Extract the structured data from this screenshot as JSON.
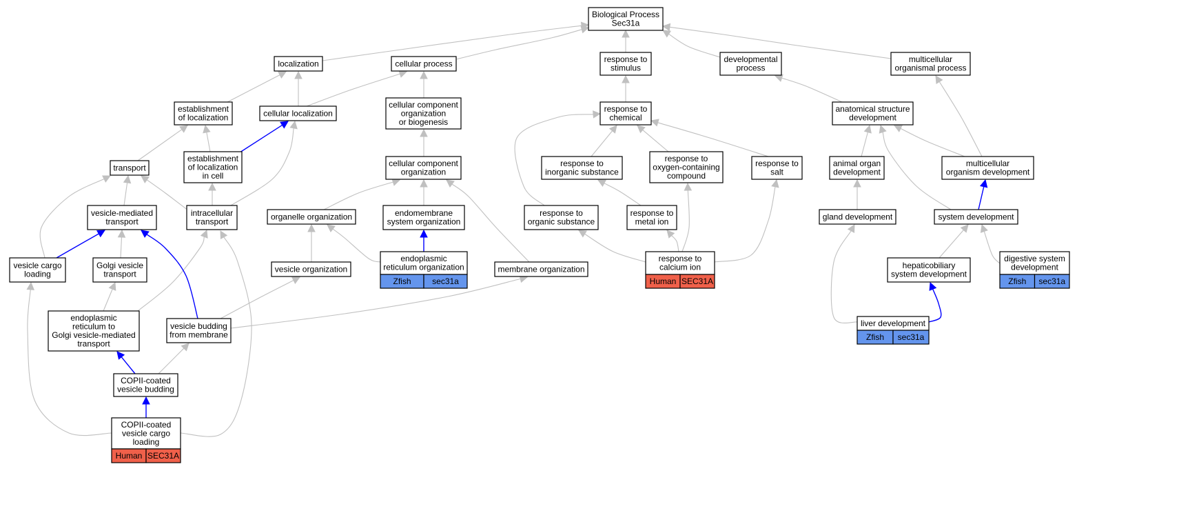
{
  "graph": {
    "colors": {
      "is_a_edge": "#c0c0c0",
      "part_of_edge": "#0000ff",
      "node_border": "#000000",
      "node_fill": "#ffffff",
      "human_badge": "#f0604a",
      "zfish_badge": "#6495ed"
    },
    "nodes": [
      {
        "id": "bp",
        "lines": [
          "Biological Process",
          "Sec31a"
        ]
      },
      {
        "id": "localization",
        "lines": [
          "localization"
        ]
      },
      {
        "id": "cellular_process",
        "lines": [
          "cellular process"
        ]
      },
      {
        "id": "response_to_stimulus",
        "lines": [
          "response to",
          "stimulus"
        ]
      },
      {
        "id": "developmental_process",
        "lines": [
          "developmental",
          "process"
        ]
      },
      {
        "id": "multicellular_organismal_process",
        "lines": [
          "multicellular",
          "organismal process"
        ]
      },
      {
        "id": "establishment_of_localization",
        "lines": [
          "establishment",
          "of localization"
        ]
      },
      {
        "id": "cellular_localization",
        "lines": [
          "cellular localization"
        ]
      },
      {
        "id": "ccob",
        "lines": [
          "cellular component",
          "organization",
          "or biogenesis"
        ]
      },
      {
        "id": "response_to_chemical",
        "lines": [
          "response to",
          "chemical"
        ]
      },
      {
        "id": "anatomical_structure_development",
        "lines": [
          "anatomical structure",
          "development"
        ]
      },
      {
        "id": "transport",
        "lines": [
          "transport"
        ]
      },
      {
        "id": "establishment_of_localization_in_cell",
        "lines": [
          "establishment",
          "of localization",
          "in cell"
        ]
      },
      {
        "id": "cco",
        "lines": [
          "cellular component",
          "organization"
        ]
      },
      {
        "id": "response_to_inorganic_substance",
        "lines": [
          "response to",
          "inorganic substance"
        ]
      },
      {
        "id": "response_to_oxygen",
        "lines": [
          "response to",
          "oxygen-containing",
          "compound"
        ]
      },
      {
        "id": "response_to_salt",
        "lines": [
          "response to",
          "salt"
        ]
      },
      {
        "id": "animal_organ_development",
        "lines": [
          "animal organ",
          "development"
        ]
      },
      {
        "id": "multicellular_organism_development",
        "lines": [
          "multicellular",
          "organism development"
        ]
      },
      {
        "id": "vesicle_mediated_transport",
        "lines": [
          "vesicle-mediated",
          "transport"
        ]
      },
      {
        "id": "intracellular_transport",
        "lines": [
          "intracellular",
          "transport"
        ]
      },
      {
        "id": "organelle_organization",
        "lines": [
          "organelle organization"
        ]
      },
      {
        "id": "endomembrane_system_organization",
        "lines": [
          "endomembrane",
          "system organization"
        ]
      },
      {
        "id": "response_to_organic_substance",
        "lines": [
          "response to",
          "organic substance"
        ]
      },
      {
        "id": "response_to_metal_ion",
        "lines": [
          "response to",
          "metal ion"
        ]
      },
      {
        "id": "gland_development",
        "lines": [
          "gland development"
        ]
      },
      {
        "id": "system_development",
        "lines": [
          "system development"
        ]
      },
      {
        "id": "vesicle_cargo_loading",
        "lines": [
          "vesicle cargo",
          "loading"
        ]
      },
      {
        "id": "golgi_vesicle_transport",
        "lines": [
          "Golgi vesicle",
          "transport"
        ]
      },
      {
        "id": "vesicle_organization",
        "lines": [
          "vesicle organization"
        ]
      },
      {
        "id": "er_organization",
        "lines": [
          "endoplasmic",
          "reticulum organization"
        ],
        "badge": [
          "Zfish",
          "sec31a"
        ]
      },
      {
        "id": "membrane_organization",
        "lines": [
          "membrane organization"
        ]
      },
      {
        "id": "response_to_calcium_ion",
        "lines": [
          "response to",
          "calcium ion"
        ],
        "badge": [
          "Human",
          "SEC31A"
        ]
      },
      {
        "id": "hepatobiliary_system_development",
        "lines": [
          "hepaticobiliary",
          "system development"
        ]
      },
      {
        "id": "digestive_system_development",
        "lines": [
          "digestive system",
          "development"
        ],
        "badge": [
          "Zfish",
          "sec31a"
        ]
      },
      {
        "id": "er_to_golgi_transport",
        "lines": [
          "endoplasmic",
          "reticulum to",
          "Golgi vesicle-mediated",
          "transport"
        ]
      },
      {
        "id": "vesicle_budding_from_membrane",
        "lines": [
          "vesicle budding",
          "from membrane"
        ]
      },
      {
        "id": "liver_development",
        "lines": [
          "liver development"
        ],
        "badge": [
          "Zfish",
          "sec31a"
        ]
      },
      {
        "id": "copii_vesicle_budding",
        "lines": [
          "COPII-coated",
          "vesicle budding"
        ]
      },
      {
        "id": "copii_vesicle_cargo_loading",
        "lines": [
          "COPII-coated",
          "vesicle cargo",
          "loading"
        ],
        "badge": [
          "Human",
          "SEC31A"
        ]
      }
    ],
    "edges": [
      {
        "from": "localization",
        "to": "bp",
        "type": "is_a"
      },
      {
        "from": "cellular_process",
        "to": "bp",
        "type": "is_a"
      },
      {
        "from": "response_to_stimulus",
        "to": "bp",
        "type": "is_a"
      },
      {
        "from": "developmental_process",
        "to": "bp",
        "type": "is_a"
      },
      {
        "from": "multicellular_organismal_process",
        "to": "bp",
        "type": "is_a"
      },
      {
        "from": "establishment_of_localization",
        "to": "localization",
        "type": "is_a"
      },
      {
        "from": "cellular_localization",
        "to": "localization",
        "type": "is_a"
      },
      {
        "from": "cellular_localization",
        "to": "cellular_process",
        "type": "is_a"
      },
      {
        "from": "ccob",
        "to": "cellular_process",
        "type": "is_a"
      },
      {
        "from": "response_to_chemical",
        "to": "response_to_stimulus",
        "type": "is_a"
      },
      {
        "from": "anatomical_structure_development",
        "to": "developmental_process",
        "type": "is_a"
      },
      {
        "from": "transport",
        "to": "establishment_of_localization",
        "type": "is_a"
      },
      {
        "from": "establishment_of_localization_in_cell",
        "to": "establishment_of_localization",
        "type": "is_a"
      },
      {
        "from": "establishment_of_localization_in_cell",
        "to": "cellular_localization",
        "type": "part_of"
      },
      {
        "from": "cco",
        "to": "ccob",
        "type": "is_a"
      },
      {
        "from": "response_to_inorganic_substance",
        "to": "response_to_chemical",
        "type": "is_a"
      },
      {
        "from": "response_to_oxygen",
        "to": "response_to_chemical",
        "type": "is_a"
      },
      {
        "from": "response_to_salt",
        "to": "response_to_chemical",
        "type": "is_a"
      },
      {
        "from": "response_to_organic_substance",
        "to": "response_to_chemical",
        "type": "is_a"
      },
      {
        "from": "animal_organ_development",
        "to": "anatomical_structure_development",
        "type": "is_a"
      },
      {
        "from": "multicellular_organism_development",
        "to": "anatomical_structure_development",
        "type": "is_a"
      },
      {
        "from": "multicellular_organism_development",
        "to": "multicellular_organismal_process",
        "type": "is_a"
      },
      {
        "from": "system_development",
        "to": "anatomical_structure_development",
        "type": "is_a"
      },
      {
        "from": "system_development",
        "to": "multicellular_organism_development",
        "type": "part_of"
      },
      {
        "from": "vesicle_mediated_transport",
        "to": "transport",
        "type": "is_a"
      },
      {
        "from": "intracellular_transport",
        "to": "transport",
        "type": "is_a"
      },
      {
        "from": "intracellular_transport",
        "to": "establishment_of_localization_in_cell",
        "type": "is_a"
      },
      {
        "from": "intracellular_transport",
        "to": "cellular_localization",
        "type": "is_a"
      },
      {
        "from": "organelle_organization",
        "to": "cco",
        "type": "is_a"
      },
      {
        "from": "endomembrane_system_organization",
        "to": "cco",
        "type": "is_a"
      },
      {
        "from": "membrane_organization",
        "to": "cco",
        "type": "is_a"
      },
      {
        "from": "response_to_metal_ion",
        "to": "response_to_inorganic_substance",
        "type": "is_a"
      },
      {
        "from": "gland_development",
        "to": "animal_organ_development",
        "type": "is_a"
      },
      {
        "from": "vesicle_cargo_loading",
        "to": "transport",
        "type": "is_a"
      },
      {
        "from": "vesicle_cargo_loading",
        "to": "vesicle_mediated_transport",
        "type": "part_of"
      },
      {
        "from": "golgi_vesicle_transport",
        "to": "vesicle_mediated_transport",
        "type": "is_a"
      },
      {
        "from": "vesicle_organization",
        "to": "organelle_organization",
        "type": "is_a"
      },
      {
        "from": "er_organization",
        "to": "organelle_organization",
        "type": "is_a"
      },
      {
        "from": "er_organization",
        "to": "endomembrane_system_organization",
        "type": "part_of"
      },
      {
        "from": "response_to_calcium_ion",
        "to": "response_to_organic_substance",
        "type": "is_a"
      },
      {
        "from": "response_to_calcium_ion",
        "to": "response_to_metal_ion",
        "type": "is_a"
      },
      {
        "from": "response_to_calcium_ion",
        "to": "response_to_oxygen",
        "type": "is_a"
      },
      {
        "from": "response_to_calcium_ion",
        "to": "response_to_salt",
        "type": "is_a"
      },
      {
        "from": "hepatobiliary_system_development",
        "to": "system_development",
        "type": "is_a"
      },
      {
        "from": "digestive_system_development",
        "to": "system_development",
        "type": "is_a"
      },
      {
        "from": "er_to_golgi_transport",
        "to": "golgi_vesicle_transport",
        "type": "is_a"
      },
      {
        "from": "er_to_golgi_transport",
        "to": "intracellular_transport",
        "type": "is_a"
      },
      {
        "from": "vesicle_budding_from_membrane",
        "to": "vesicle_mediated_transport",
        "type": "part_of"
      },
      {
        "from": "vesicle_budding_from_membrane",
        "to": "vesicle_organization",
        "type": "is_a"
      },
      {
        "from": "vesicle_budding_from_membrane",
        "to": "membrane_organization",
        "type": "is_a"
      },
      {
        "from": "liver_development",
        "to": "gland_development",
        "type": "is_a"
      },
      {
        "from": "liver_development",
        "to": "hepatobiliary_system_development",
        "type": "part_of"
      },
      {
        "from": "copii_vesicle_budding",
        "to": "er_to_golgi_transport",
        "type": "part_of"
      },
      {
        "from": "copii_vesicle_budding",
        "to": "vesicle_budding_from_membrane",
        "type": "is_a"
      },
      {
        "from": "copii_vesicle_cargo_loading",
        "to": "copii_vesicle_budding",
        "type": "part_of"
      },
      {
        "from": "copii_vesicle_cargo_loading",
        "to": "vesicle_cargo_loading",
        "type": "is_a"
      },
      {
        "from": "copii_vesicle_cargo_loading",
        "to": "intracellular_transport",
        "type": "is_a"
      }
    ]
  }
}
